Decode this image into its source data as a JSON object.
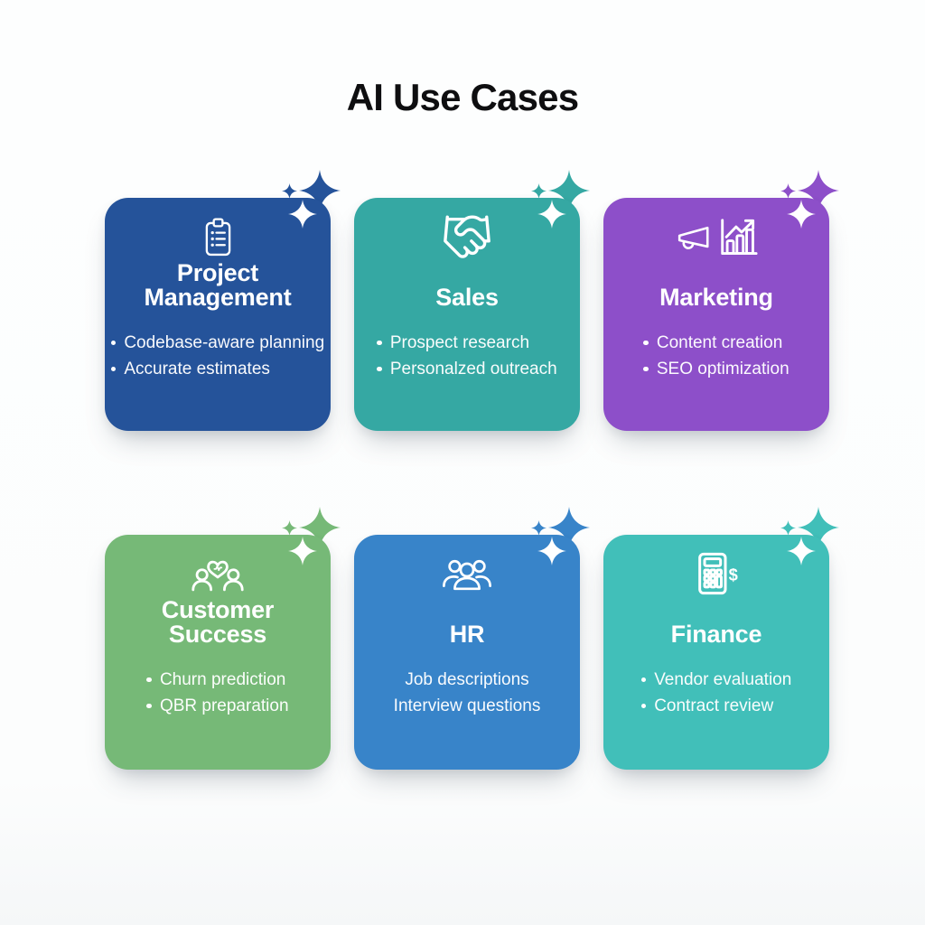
{
  "header": {
    "title": "AI Use Cases"
  },
  "decorations": {
    "sparkle_shape": "four-point-star",
    "inner_sparkle_color": "#ffffff"
  },
  "cards": [
    {
      "name": "project-management",
      "title": "Project Management",
      "icon": "clipboard-checklist-icon",
      "color": "#25539a",
      "bulleted": true,
      "items": [
        "Codebase-aware planning",
        "Accurate estimates"
      ]
    },
    {
      "name": "sales",
      "title": "Sales",
      "icon": "handshake-icon",
      "color": "#35a8a3",
      "bulleted": true,
      "items": [
        "Prospect research",
        "Personalzed outreach"
      ]
    },
    {
      "name": "marketing",
      "title": "Marketing",
      "icon": "megaphone-growth-chart-icon",
      "color": "#8d4fc9",
      "bulleted": true,
      "items": [
        "Content creation",
        "SEO optimization"
      ]
    },
    {
      "name": "customer-success",
      "title": "Customer Success",
      "icon": "customers-heart-icon",
      "color": "#76b977",
      "bulleted": true,
      "items": [
        "Churn prediction",
        "QBR preparation"
      ]
    },
    {
      "name": "hr",
      "title": "HR",
      "icon": "team-icon",
      "color": "#3884c9",
      "bulleted": false,
      "items": [
        "Job descriptions",
        "Interview questions"
      ]
    },
    {
      "name": "finance",
      "title": "Finance",
      "icon": "calculator-dollar-icon",
      "color": "#41bfb9",
      "bulleted": true,
      "items": [
        "Vendor evaluation",
        "Contract review"
      ]
    }
  ]
}
